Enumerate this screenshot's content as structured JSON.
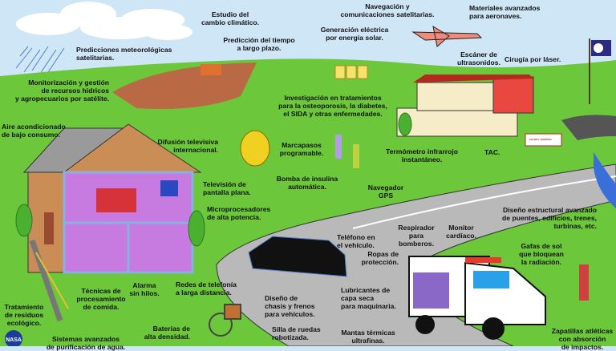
{
  "title": "NASA spinoff technologies in everyday life",
  "logo_text": "NASA",
  "hospital_sign": "COUNTY HOSPITAL",
  "colors": {
    "sky": "#cfe6f7",
    "grass": "#6cc83a",
    "road": "#b9b9b9",
    "house_wall": "#c98d55",
    "room": "#c77be0",
    "hospital": "#e8483f",
    "field": "#b96a45"
  },
  "labels": {
    "climate": [
      "Estudio del",
      "cambio climático."
    ],
    "forecast": [
      "Predicción del tiempo",
      "a largo plazo."
    ],
    "weather_sat": [
      "Predicciones meteorológicas",
      "satelitarias."
    ],
    "water_agri": [
      "Monitorización y gestión",
      "de recursos hídricos",
      "y agropecuarios por satélite."
    ],
    "sat_nav": [
      "Navegación y",
      "comunicaciones satelitarias."
    ],
    "aircraft": [
      "Materiales avanzados",
      "para aeronaves."
    ],
    "solar": [
      "Generación eléctrica",
      "por energía solar."
    ],
    "ultrasound": [
      "Escáner de",
      "ultrasonidos."
    ],
    "laser": [
      "Cirugía por láser."
    ],
    "research": [
      "Investigación en tratamientos",
      "para la osteoporosis, la diabetes,",
      "el SIDA y otras enfermedades."
    ],
    "aircon": [
      "Aire acondicionado",
      "de  bajo consumo."
    ],
    "tv_broadcast": [
      "Difusión televisiva",
      "internacional."
    ],
    "pacemaker": [
      "Marcapasos",
      "programable."
    ],
    "thermometer": [
      "Termómetro infrarrojo",
      "instantáneo."
    ],
    "ct": [
      "TAC."
    ],
    "insulin": [
      "Bomba de insulina",
      "automática."
    ],
    "flat_tv": [
      "Televisión de",
      "pantalla plana."
    ],
    "gps": [
      "Navegador",
      "GPS"
    ],
    "microprocessors": [
      "Microprocesadores",
      "de alta potencia."
    ],
    "structural": [
      "Diseño estructural avanzado",
      "de puentes, edificios, trenes,",
      "turbinas, etc."
    ],
    "respirator": [
      "Respirador",
      "para",
      "bomberos."
    ],
    "cardiac": [
      "Monitor",
      "cardíaco."
    ],
    "car_phone": [
      "Teléfono en",
      "el vehículo."
    ],
    "protective": [
      "Ropas de",
      "protección."
    ],
    "sunglasses": [
      "Gafas de sol",
      "que bloquean",
      "la radiación."
    ],
    "phone_networks": [
      "Redes de telefonía",
      "a larga distancia."
    ],
    "alarm": [
      "Alarma",
      "sin hilos."
    ],
    "food": [
      "Técnicas de",
      "procesamiento",
      "de comida."
    ],
    "lubricants": [
      "Lubricantes de",
      "capa seca",
      "para maquinaria."
    ],
    "waste": [
      "Tratamiento",
      "de residuos",
      "ecológico."
    ],
    "chassis": [
      "Diseño de",
      "chasis y frenos",
      "para vehículos."
    ],
    "batteries": [
      "Baterías de",
      "alta densidad."
    ],
    "wheelchair": [
      "Silla de ruedas",
      "robotizada."
    ],
    "blankets": [
      "Mantas térmicas",
      "ultrafinas."
    ],
    "shoes": [
      "Zapatillas atléticas",
      "con absorción",
      "de impactos."
    ],
    "water_purif": [
      "Sistemas avanzados",
      "de purificación de agua."
    ]
  }
}
